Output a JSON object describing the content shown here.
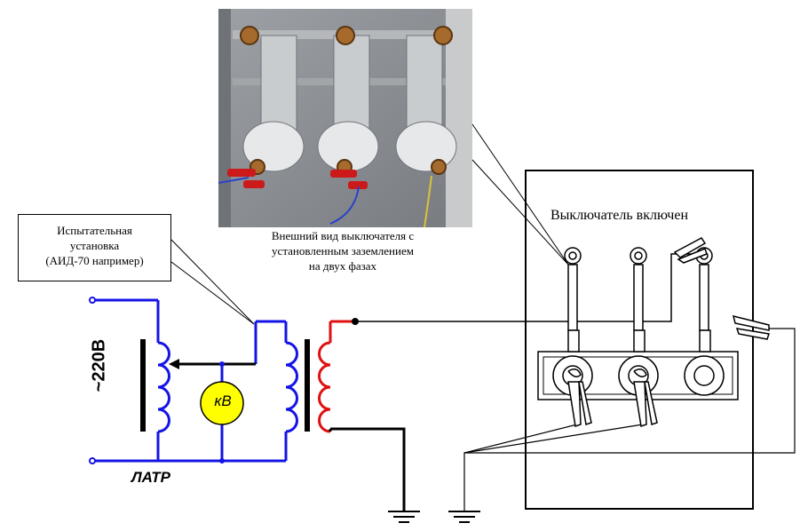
{
  "callout": {
    "line1": "Испытательная",
    "line2": "установка",
    "line3": "(АИД-70 например)"
  },
  "photo_caption": {
    "line1": "Внешний вид выключателя с",
    "line2": "установленным заземлением",
    "line3": "на двух фазах"
  },
  "switch_title": "Выключатель включен",
  "voltage_label": "~220В",
  "latr_label": "ЛАТР",
  "meter_label": "кВ",
  "colors": {
    "primary_winding": "#1414e6",
    "hv_lead": "#e01010",
    "meter_fill": "#ffff00",
    "wire": "#000000"
  },
  "icons": [
    "ground-icon",
    "clamp-icon",
    "voltmeter-icon",
    "transformer-icon"
  ]
}
